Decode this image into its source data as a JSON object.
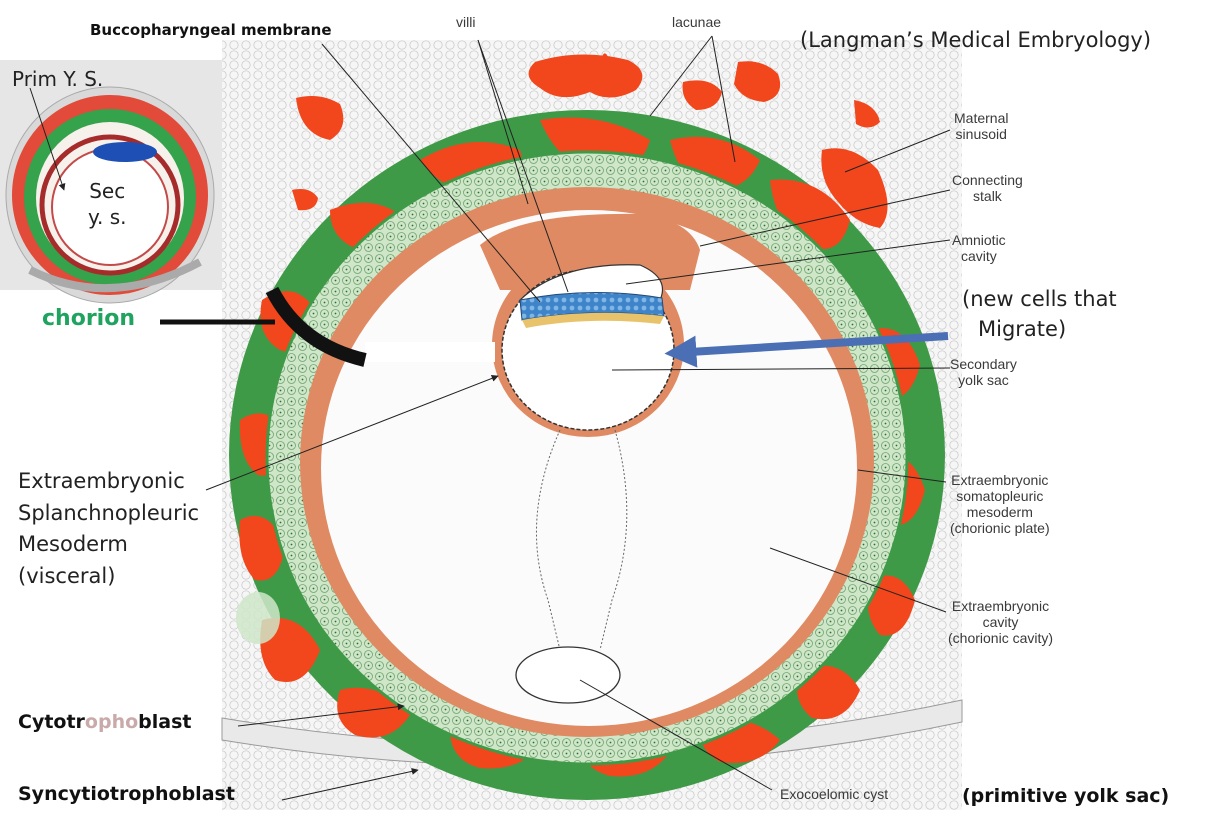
{
  "reference": "(Langman’s Medical Embryology)",
  "labels": {
    "buccopharyngeal": "Buccopharyngeal membrane",
    "villi": "villi",
    "lacunae": "lacunae",
    "maternal_sinusoid": [
      "Maternal",
      "sinusoid"
    ],
    "connecting_stalk": [
      "Connecting",
      "stalk"
    ],
    "amniotic_cavity": [
      "Amniotic",
      "cavity"
    ],
    "new_cells": [
      "(new cells that",
      "Migrate)"
    ],
    "secondary_yolk_sac": [
      "Secondary",
      "yolk sac"
    ],
    "somatopleuric": [
      "Extraembryonic",
      "somatopleuric",
      "mesoderm",
      "(chorionic plate)"
    ],
    "extraembryonic_cavity": [
      "Extraembryonic",
      "cavity",
      "(chorionic cavity)"
    ],
    "exocoelomic_cyst": "Exocoelomic cyst",
    "primitive_yolk_sac": "(primitive yolk sac)",
    "splanchnopleuric": [
      "Extraembryonic",
      "Splanchnopleuric",
      "Mesoderm",
      "(visceral)"
    ],
    "cytotrophoblast": {
      "a": "Cytotr",
      "b": "opho",
      "c": "blast"
    },
    "syncytiotrophoblast": "Syncytiotrophoblast",
    "chorion": "chorion",
    "inset_prim": "Prim Y. S.",
    "inset_sec": [
      "Sec",
      "y. s."
    ]
  },
  "colors": {
    "syncytio_red": "#f2461c",
    "cyto_green": "#3f9a48",
    "light_green": "#cfe6c9",
    "mesoderm_salmon": "#df8a62",
    "amnion_blue": "#3f84c9",
    "chorion_green": "#1fa35f",
    "arrow_blue": "#4a6fb5"
  }
}
